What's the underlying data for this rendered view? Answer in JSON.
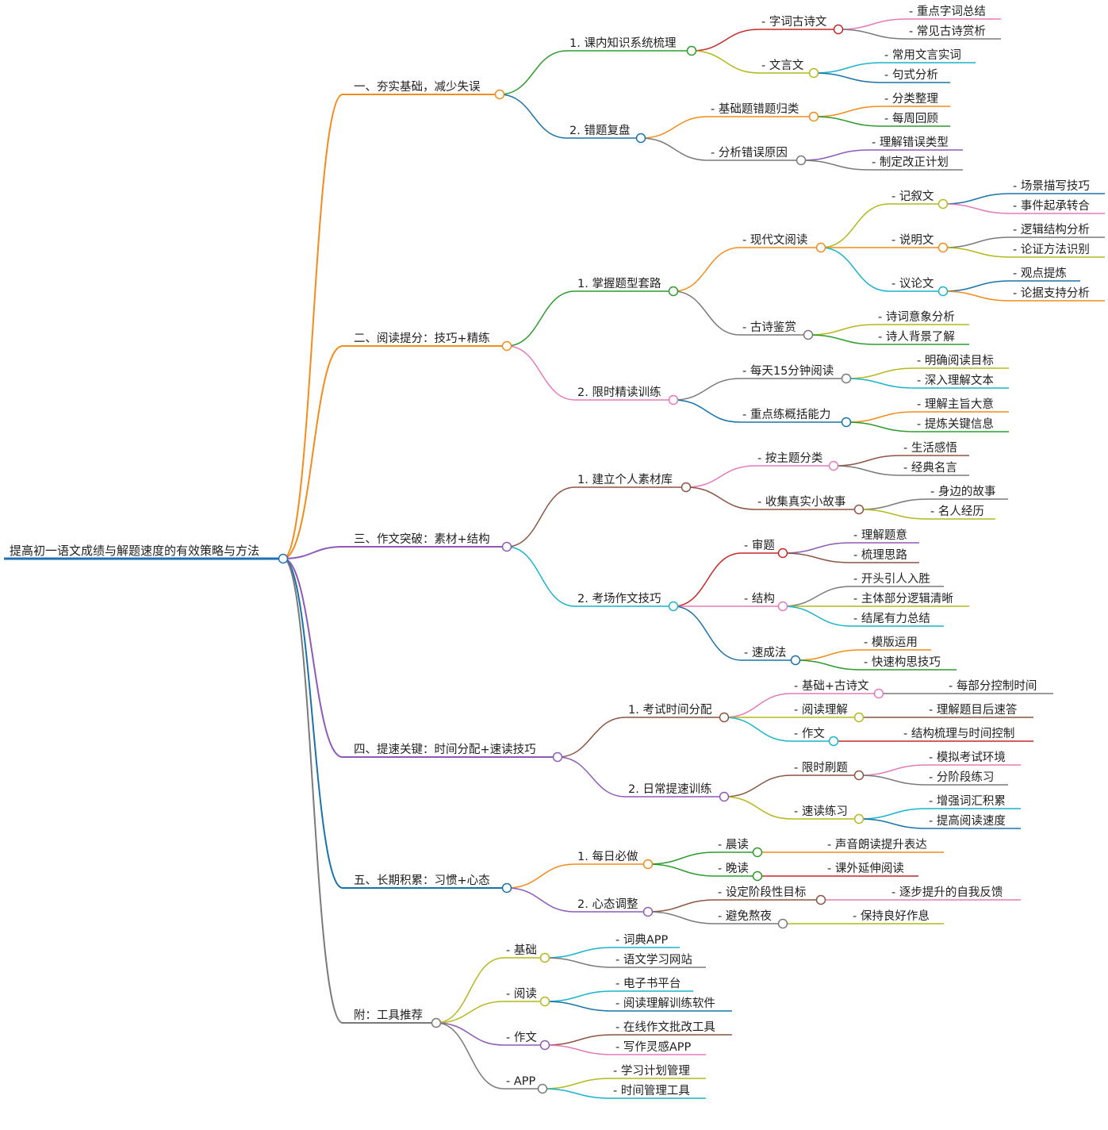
{
  "title": "提高初一语文成绩与解题速度的有效策略与方法",
  "colors": {
    "root": "#1f6fb5",
    "orange": "#f28c1b",
    "green": "#2e9b2e",
    "blue": "#1a73a8",
    "red": "#c62828",
    "olive": "#b5b81f",
    "pink": "#e57ab8",
    "gray": "#7a7a7a",
    "cyan": "#19b4cc",
    "purple": "#8e5ab8",
    "brown": "#8d5442",
    "text": "#1f1f1f"
  },
  "branches": [
    {
      "label": "一、夯实基础，减少失误",
      "color": "orange",
      "children": [
        {
          "label": "1. 课内知识系统梳理",
          "color": "green",
          "children": [
            {
              "label": "- 字词古诗文",
              "color": "red",
              "children": [
                {
                  "label": "- 重点字词总结",
                  "color": "pink"
                },
                {
                  "label": "- 常见古诗赏析",
                  "color": "gray"
                }
              ]
            },
            {
              "label": "- 文言文",
              "color": "olive",
              "children": [
                {
                  "label": "- 常用文言实词",
                  "color": "cyan"
                },
                {
                  "label": "- 句式分析",
                  "color": "blue"
                }
              ]
            }
          ]
        },
        {
          "label": "2. 错题复盘",
          "color": "blue",
          "children": [
            {
              "label": "- 基础题错题归类",
              "color": "orange",
              "children": [
                {
                  "label": "- 分类整理",
                  "color": "orange"
                },
                {
                  "label": "- 每周回顾",
                  "color": "green"
                }
              ]
            },
            {
              "label": "- 分析错误原因",
              "color": "gray",
              "children": [
                {
                  "label": "- 理解错误类型",
                  "color": "purple"
                },
                {
                  "label": "- 制定改正计划",
                  "color": "gray"
                }
              ]
            }
          ]
        }
      ]
    },
    {
      "label": "二、阅读提分：技巧+精练",
      "color": "orange",
      "children": [
        {
          "label": "1. 掌握题型套路",
          "color": "green",
          "children": [
            {
              "label": "- 现代文阅读",
              "color": "orange",
              "children": [
                {
                  "label": "- 记叙文",
                  "color": "olive",
                  "children": [
                    {
                      "label": "- 场景描写技巧",
                      "color": "blue"
                    },
                    {
                      "label": "- 事件起承转合",
                      "color": "pink"
                    }
                  ]
                },
                {
                  "label": "- 说明文",
                  "color": "orange",
                  "children": [
                    {
                      "label": "- 逻辑结构分析",
                      "color": "gray"
                    },
                    {
                      "label": "- 论证方法识别",
                      "color": "olive"
                    }
                  ]
                },
                {
                  "label": "- 议论文",
                  "color": "cyan",
                  "children": [
                    {
                      "label": "- 观点提炼",
                      "color": "blue"
                    },
                    {
                      "label": "- 论据支持分析",
                      "color": "orange"
                    }
                  ]
                }
              ]
            },
            {
              "label": "- 古诗鉴赏",
              "color": "gray",
              "children": [
                {
                  "label": "- 诗词意象分析",
                  "color": "olive"
                },
                {
                  "label": "- 诗人背景了解",
                  "color": "green"
                }
              ]
            }
          ]
        },
        {
          "label": "2. 限时精读训练",
          "color": "pink",
          "children": [
            {
              "label": "- 每天15分钟阅读",
              "color": "gray",
              "children": [
                {
                  "label": "- 明确阅读目标",
                  "color": "olive"
                },
                {
                  "label": "- 深入理解文本",
                  "color": "cyan"
                }
              ]
            },
            {
              "label": "- 重点练概括能力",
              "color": "blue",
              "children": [
                {
                  "label": "- 理解主旨大意",
                  "color": "orange"
                },
                {
                  "label": "- 提炼关键信息",
                  "color": "green"
                }
              ]
            }
          ]
        }
      ]
    },
    {
      "label": "三、作文突破：素材+结构",
      "color": "purple",
      "children": [
        {
          "label": "1. 建立个人素材库",
          "color": "brown",
          "children": [
            {
              "label": "- 按主题分类",
              "color": "pink",
              "children": [
                {
                  "label": "- 生活感悟",
                  "color": "brown"
                },
                {
                  "label": "- 经典名言",
                  "color": "gray"
                }
              ]
            },
            {
              "label": "- 收集真实小故事",
              "color": "brown",
              "children": [
                {
                  "label": "- 身边的故事",
                  "color": "gray"
                },
                {
                  "label": "- 名人经历",
                  "color": "olive"
                }
              ]
            }
          ]
        },
        {
          "label": "2. 考场作文技巧",
          "color": "cyan",
          "children": [
            {
              "label": "- 审题",
              "color": "red",
              "children": [
                {
                  "label": "- 理解题意",
                  "color": "purple"
                },
                {
                  "label": "- 梳理思路",
                  "color": "brown"
                }
              ]
            },
            {
              "label": "- 结构",
              "color": "pink",
              "children": [
                {
                  "label": "- 开头引人入胜",
                  "color": "gray"
                },
                {
                  "label": "- 主体部分逻辑清晰",
                  "color": "olive"
                },
                {
                  "label": "- 结尾有力总结",
                  "color": "cyan"
                }
              ]
            },
            {
              "label": "- 速成法",
              "color": "blue",
              "children": [
                {
                  "label": "- 模版运用",
                  "color": "orange"
                },
                {
                  "label": "- 快速构思技巧",
                  "color": "green"
                }
              ]
            }
          ]
        }
      ]
    },
    {
      "label": "四、提速关键：时间分配+速读技巧",
      "color": "purple",
      "children": [
        {
          "label": "1. 考试时间分配",
          "color": "brown",
          "children": [
            {
              "label": "- 基础+古诗文",
              "color": "pink",
              "children": [
                {
                  "label": "- 每部分控制时间",
                  "color": "gray"
                }
              ]
            },
            {
              "label": "- 阅读理解",
              "color": "olive",
              "children": [
                {
                  "label": "- 理解题目后速答",
                  "color": "brown"
                }
              ]
            },
            {
              "label": "- 作文",
              "color": "cyan",
              "children": [
                {
                  "label": "- 结构梳理与时间控制",
                  "color": "red"
                }
              ]
            }
          ]
        },
        {
          "label": "2. 日常提速训练",
          "color": "purple",
          "children": [
            {
              "label": "- 限时刷题",
              "color": "brown",
              "children": [
                {
                  "label": "- 模拟考试环境",
                  "color": "pink"
                },
                {
                  "label": "- 分阶段练习",
                  "color": "gray"
                }
              ]
            },
            {
              "label": "- 速读练习",
              "color": "olive",
              "children": [
                {
                  "label": "- 增强词汇积累",
                  "color": "cyan"
                },
                {
                  "label": "- 提高阅读速度",
                  "color": "blue"
                }
              ]
            }
          ]
        }
      ]
    },
    {
      "label": "五、长期积累：习惯+心态",
      "color": "blue",
      "children": [
        {
          "label": "1. 每日必做",
          "color": "orange",
          "children": [
            {
              "label": "- 晨读",
              "color": "green",
              "children": [
                {
                  "label": "- 声音朗读提升表达",
                  "color": "orange"
                }
              ]
            },
            {
              "label": "- 晚读",
              "color": "green",
              "children": [
                {
                  "label": "- 课外延伸阅读",
                  "color": "red"
                }
              ]
            }
          ]
        },
        {
          "label": "2. 心态调整",
          "color": "purple",
          "children": [
            {
              "label": "- 设定阶段性目标",
              "color": "brown",
              "children": [
                {
                  "label": "- 逐步提升的自我反馈",
                  "color": "pink"
                }
              ]
            },
            {
              "label": "- 避免熬夜",
              "color": "gray",
              "children": [
                {
                  "label": "- 保持良好作息",
                  "color": "olive"
                }
              ]
            }
          ]
        }
      ]
    },
    {
      "label": "附：工具推荐",
      "color": "gray",
      "children": [
        {
          "label": "- 基础",
          "color": "olive",
          "children": [
            {
              "label": "- 词典APP",
              "color": "cyan"
            },
            {
              "label": "- 语文学习网站",
              "color": "gray"
            }
          ]
        },
        {
          "label": "- 阅读",
          "color": "olive",
          "children": [
            {
              "label": "- 电子书平台",
              "color": "cyan"
            },
            {
              "label": "- 阅读理解训练软件",
              "color": "blue"
            }
          ]
        },
        {
          "label": "- 作文",
          "color": "purple",
          "children": [
            {
              "label": "- 在线作文批改工具",
              "color": "brown"
            },
            {
              "label": "- 写作灵感APP",
              "color": "pink"
            }
          ]
        },
        {
          "label": "- APP",
          "color": "gray",
          "children": [
            {
              "label": "- 学习计划管理",
              "color": "olive"
            },
            {
              "label": "- 时间管理工具",
              "color": "cyan"
            }
          ]
        }
      ]
    }
  ]
}
